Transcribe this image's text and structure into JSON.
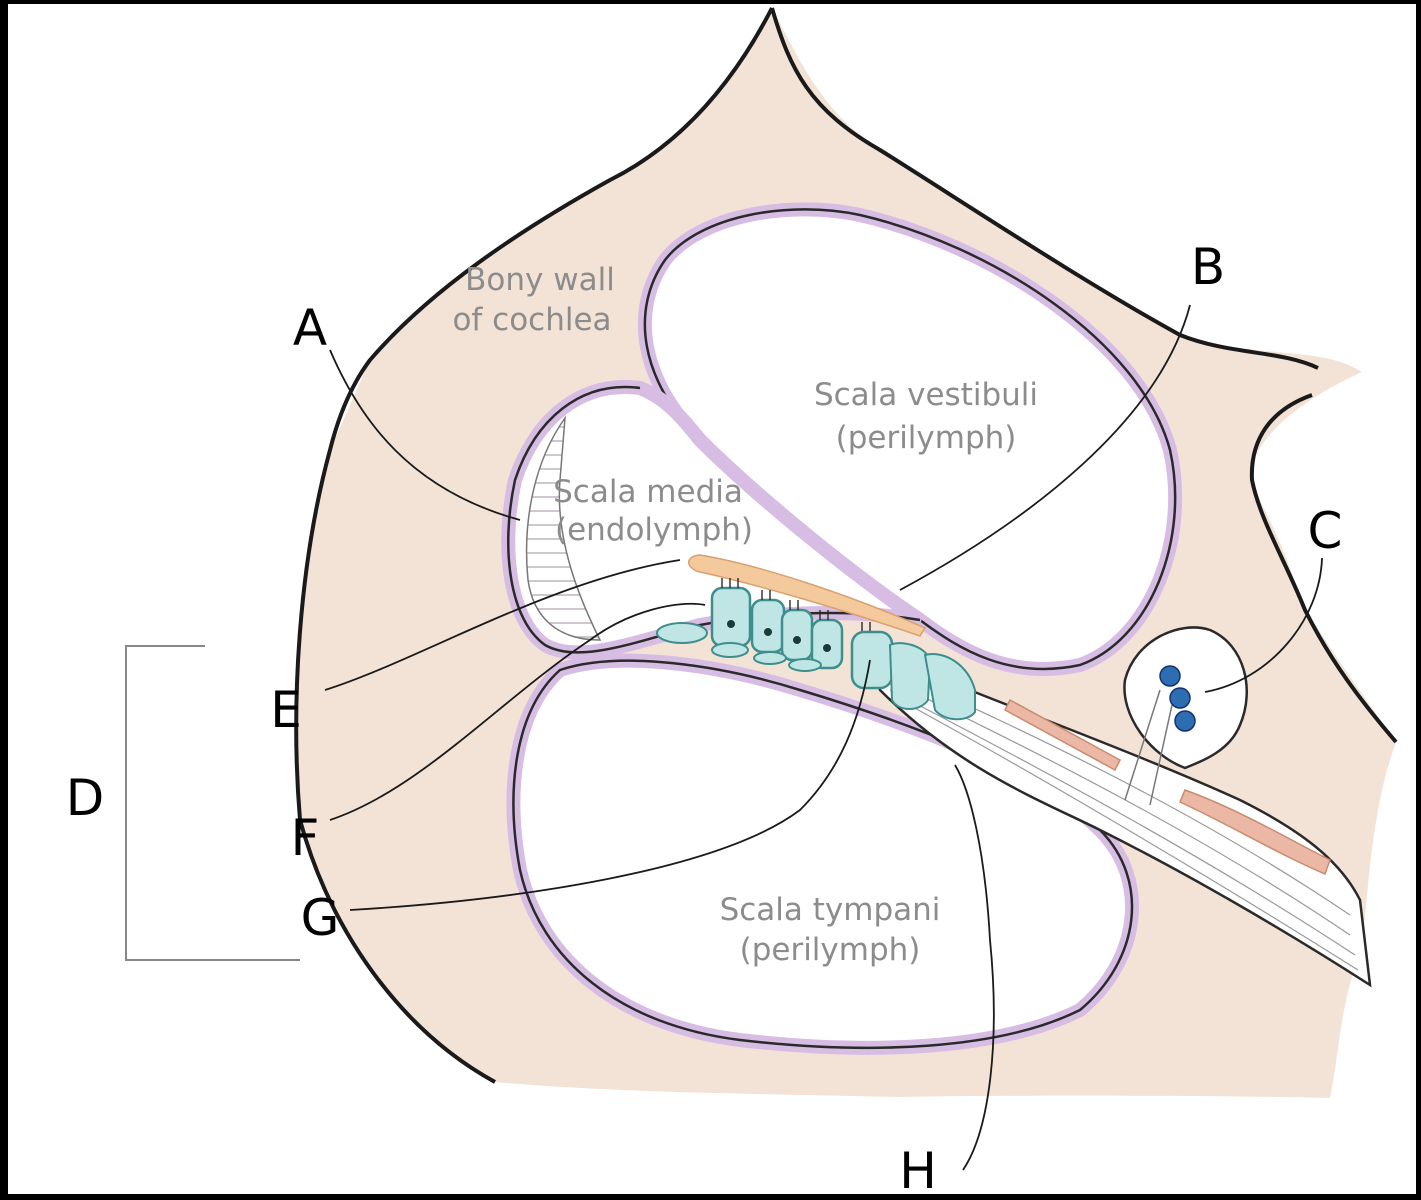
{
  "diagram": {
    "structure_labels": {
      "bony_wall_line1": "Bony wall",
      "bony_wall_line2": "of cochlea",
      "vestibuli_line1": "Scala vestibuli",
      "vestibuli_line2": "(perilymph)",
      "media_line1": "Scala media",
      "media_line2": "(endolymph)",
      "tympani_line1": "Scala tympani",
      "tympani_line2": "(perilymph)"
    },
    "letter_labels": {
      "a": "A",
      "b": "B",
      "c": "C",
      "d": "D",
      "e": "E",
      "f": "F",
      "g": "G",
      "h": "H"
    },
    "colors": {
      "background": "#000000",
      "panel": "#ffffff",
      "bone": "#f3e3d6",
      "membrane": "#d7bde3",
      "tectorial": "#f4c99c",
      "hair_cell": "#bfe6e4",
      "hair_cell_outline": "#3d8e8c",
      "ganglion": "#2f6db3",
      "nerve_sheath": "#eab8a4"
    }
  }
}
